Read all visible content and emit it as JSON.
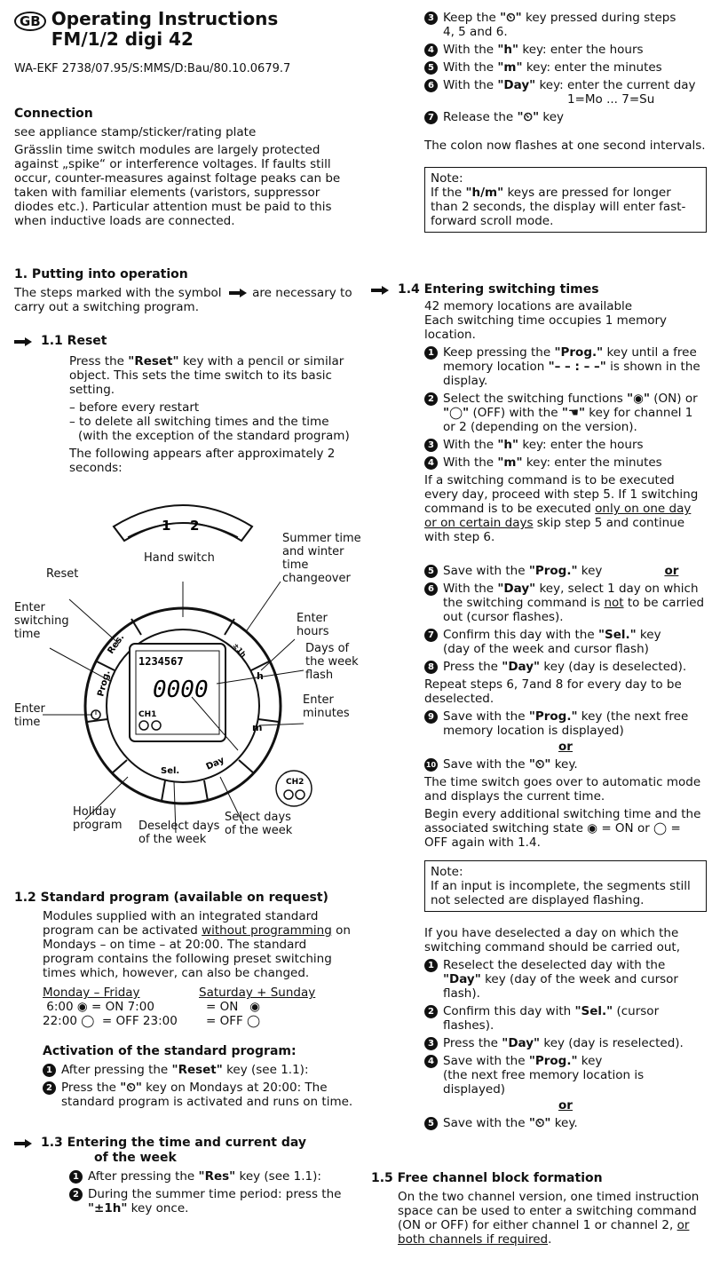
{
  "header": {
    "badge": "GB",
    "title_line1": "Operating Instructions",
    "title_line2": "FM/1/2 digi 42",
    "reference": "WA-EKF 2738/07.95/S:MMS/D:Bau/80.10.0679.7"
  },
  "connection": {
    "heading": "Connection",
    "line1": "see appliance stamp/sticker/rating plate",
    "body": "Grässlin time switch modules are largely protected against „spike“ or interference voltages. If faults still occur, counter-measures against foltage peaks can be taken with familiar elements (varistors, suppressor diodes etc.). Particular attention must be paid to this when inductive loads are connected."
  },
  "putting": {
    "heading": "1. Putting into operation",
    "body_a": "The steps marked with the symbol",
    "body_b": "are necessary to carry out a switching program."
  },
  "reset": {
    "heading": "1.1 Reset",
    "p1_a": "Press the ",
    "p1_key": "\"Reset\"",
    "p1_b": " key with a pencil or similar object. This sets the time switch to its basic setting.",
    "dash1": "– before every restart",
    "dash2": "– to delete all switching times and the time",
    "dash2b": "(with the exception of the standard program)",
    "p2": "The following appears after approximately 2 seconds:"
  },
  "diagram": {
    "ch1": "1",
    "ch2": "2",
    "days": "1234567",
    "digits": "0000",
    "ch1_label": "CH1",
    "ch2_label": "CH2",
    "btn_reset": "Res.",
    "btn_prog": "Prog.",
    "btn_sel": "Sel.",
    "btn_day": "Day",
    "btn_h": "h",
    "btn_m": "m",
    "btn_1h": "±1h",
    "labels": {
      "hand": "Hand switch",
      "summer": "Summer time\nand winter\ntime\nchangeover",
      "reset": "Reset",
      "enter_switching": "Enter\nswitching\ntime",
      "enter_hours": "Enter\nhours",
      "days_flash": "Days of\nthe week\nflash",
      "enter_time": "Enter\ntime",
      "enter_minutes": "Enter\nminutes",
      "holiday": "Holiday\nprogram",
      "deselect": "Deselect days\nof the week",
      "select": "Select days\nof the week"
    }
  },
  "standard": {
    "heading": "1.2 Standard program (available on request)",
    "body_a": "Modules supplied with an integrated standard program can be activated ",
    "body_u": "without programming",
    "body_b": " on Mondays – on time – at 20:00. The standard program contains the following preset switching times which, however, can also be changed.",
    "col1": "Monday – Friday",
    "col2": "Saturday + Sunday",
    "r1c1": " 6:00 ◉ = ON 7:00",
    "r1c2": "= ON   ◉",
    "r2c1": "22:00 ◯  = OFF 23:00",
    "r2c2": "= OFF ◯",
    "act_heading": "Activation of the standard program:",
    "s1_a": "After pressing the ",
    "s1_key": "\"Reset\"",
    "s1_b": " key (see 1.1):",
    "s2_a": "Press the ",
    "s2_key": "\"⏲\"",
    "s2_b": " key on Mondays at 20:00: The standard program is activated and runs on time."
  },
  "time_entry": {
    "heading1": "1.3 Entering the time and current day",
    "heading2": "of the week",
    "s1_a": "After pressing the ",
    "s1_key": "\"Res\"",
    "s1_b": " key (see 1.1):",
    "s2_a": "During the summer time period: press the ",
    "s2_key": "\"±1h\"",
    "s2_b": " key once.",
    "s3_a": "Keep the ",
    "s3_key": "\"⏲\"",
    "s3_b": " key pressed during steps",
    "s3_c": "4, 5 and 6.",
    "s4_a": "With the ",
    "s4_key": "\"h\"",
    "s4_b": " key: enter the hours",
    "s5_a": "With the ",
    "s5_key": "\"m\"",
    "s5_b": " key: enter the minutes",
    "s6_a": "With the ",
    "s6_key": "\"Day\"",
    "s6_b": " key: enter the current day",
    "s6_c": "1=Mo ... 7=Su",
    "s7_a": "Release the ",
    "s7_key": "\"⏲\"",
    "s7_b": " key",
    "colon": "The colon now flashes at one second intervals.",
    "note_title": "Note:",
    "note_a": "If the ",
    "note_key": "\"h/m\"",
    "note_b": " keys are pressed for longer than 2 seconds, the display will enter fast-forward scroll mode."
  },
  "switching": {
    "heading": "1.4 Entering switching times",
    "intro1": "42 memory locations are available",
    "intro2": "Each switching time occupies 1 memory location.",
    "s1_a": "Keep pressing the ",
    "s1_key": "\"Prog.\"",
    "s1_b": " key until a free memory location ",
    "s1_code": "\"– – : – –\"",
    "s1_c": " is shown in the display.",
    "s2_a": "Select the switching functions ",
    "s2_on": "\"◉\"",
    "s2_b": " (ON) or ",
    "s2_off": "\"◯\"",
    "s2_c": " (OFF) with the ",
    "s2_hand": "\"☚\"",
    "s2_d": " key for channel 1 or 2 (depending on the version).",
    "s3_a": "With the ",
    "s3_key": "\"h\"",
    "s3_b": " key: enter the hours",
    "s4_a": "With the ",
    "s4_key": "\"m\"",
    "s4_b": " key: enter the minutes",
    "daily_a": "If a switching command is to be executed every day, proceed with step 5. If 1 switching command is to be executed ",
    "daily_u": "only on one day or on certain days",
    "daily_b": " skip step 5 and continue with step 6.",
    "s5_a": "Save with the ",
    "s5_key": "\"Prog.\"",
    "s5_b": " key",
    "or": "or",
    "s6_a": "With the ",
    "s6_key": "\"Day\"",
    "s6_b": " key, select 1 day on which the switching command is ",
    "s6_not": "not",
    "s6_c": " to be carried out (cursor flashes).",
    "s7_a": "Confirm this day with the ",
    "s7_key": "\"Sel.\"",
    "s7_b": " key",
    "s7_c": "(day of the week and cursor flash)",
    "s8_a": "Press the ",
    "s8_key": "\"Day\"",
    "s8_b": " key (day is deselected).",
    "repeat": "Repeat steps 6, 7and 8 for every day to be deselected.",
    "s9_a": "Save with the ",
    "s9_key": "\"Prog.\"",
    "s9_b": " key (the next free memory location is displayed)",
    "s10_a": "Save with the ",
    "s10_key": "\"⏲\"",
    "s10_b": " key.",
    "auto": "The time switch goes over to automatic mode and displays the current time.",
    "begin": "Begin every additional switching time and the associated switching state ◉ = ON or ◯ = OFF again with 1.4.",
    "note_title": "Note:",
    "note_body": "If an input is incomplete, the segments still not selected are displayed flashing.",
    "desel_intro": "If you have deselected a day on which the switching command should be carried out,",
    "r1_a": "Reselect the deselected day with the ",
    "r1_key": "\"Day\"",
    "r1_b": " key (day of the week and cursor flash).",
    "r2_a": "Confirm this day with ",
    "r2_key": "\"Sel.\"",
    "r2_b": " (cursor flashes).",
    "r3_a": "Press the ",
    "r3_key": "\"Day\"",
    "r3_b": " key (day is reselected).",
    "r4_a": "Save with the ",
    "r4_key": "\"Prog.\"",
    "r4_b": " key",
    "r4_c": "(the next free memory location is displayed)",
    "r5_a": "Save with the ",
    "r5_key": "\"⏲\"",
    "r5_b": " key."
  },
  "block": {
    "heading": "1.5 Free channel block formation",
    "body_a": "On the two channel version, one timed instruction space can be used to enter a switching command (ON or OFF) for either channel 1 or channel 2, ",
    "body_u": "or both channels if required",
    "body_b": "."
  }
}
